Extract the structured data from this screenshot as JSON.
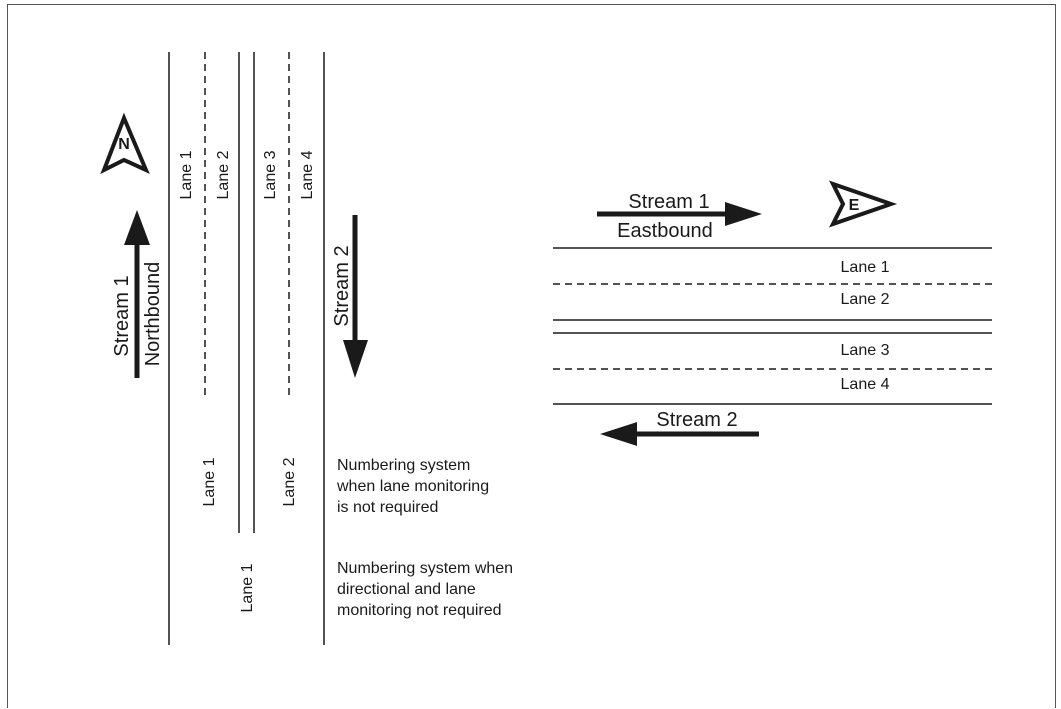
{
  "north_diagram": {
    "compass_letter": "N",
    "stream_1": "Stream 1",
    "stream_1_direction": "Northbound",
    "stream_2": "Stream 2",
    "lane_monitoring": {
      "lane_1": "Lane 1",
      "lane_2": "Lane 2",
      "lane_3": "Lane 3",
      "lane_4": "Lane 4"
    },
    "directional_only": {
      "lane_1": "Lane 1",
      "lane_2": "Lane 2",
      "caption": [
        "Numbering system",
        "when lane monitoring",
        "is not required"
      ]
    },
    "no_monitoring": {
      "lane_1": "Lane 1",
      "caption": [
        "Numbering system when",
        "directional and lane",
        "monitoring not required"
      ]
    }
  },
  "east_diagram": {
    "compass_letter": "E",
    "stream_1": "Stream 1",
    "stream_1_direction": "Eastbound",
    "stream_2": "Stream 2",
    "lanes": [
      "Lane 1",
      "Lane 2",
      "Lane 3",
      "Lane 4"
    ]
  }
}
